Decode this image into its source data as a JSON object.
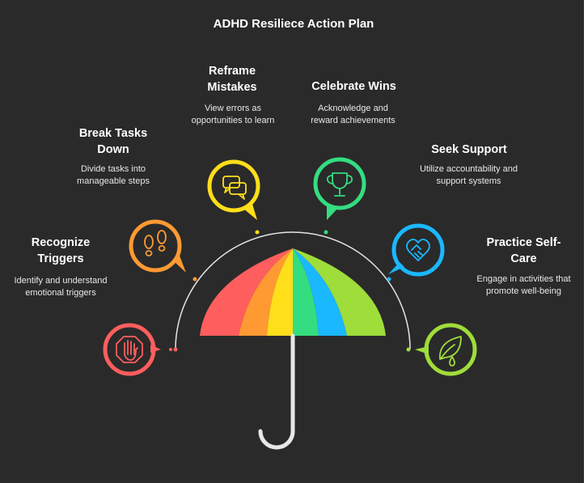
{
  "title": "ADHD Resiliece Action Plan",
  "colors": {
    "background": "#2a2a2a",
    "arc": "#e6e6e6",
    "red": "#ff5e5e",
    "orange": "#ff9a33",
    "yellow": "#ffde1a",
    "green": "#33dd80",
    "blue": "#1ab8ff",
    "lime": "#9fdd3a",
    "handle": "#e8e8e8"
  },
  "items": [
    {
      "title": "Recognize Triggers",
      "description": "Identify and understand emotional triggers",
      "icon": "stop-hand-icon",
      "color": "#ff5e5e"
    },
    {
      "title": "Break Tasks Down",
      "description": "Divide tasks into manageable steps",
      "icon": "footprints-icon",
      "color": "#ff9a33"
    },
    {
      "title": "Reframe Mistakes",
      "description": "View errors as opportunities to learn",
      "icon": "chat-bubbles-icon",
      "color": "#ffde1a"
    },
    {
      "title": "Celebrate Wins",
      "description": "Acknowledge and reward achievements",
      "icon": "trophy-icon",
      "color": "#33dd80"
    },
    {
      "title": "Seek Support",
      "description": "Utilize accountability and support systems",
      "icon": "handshake-heart-icon",
      "color": "#1ab8ff"
    },
    {
      "title": "Practice Self-Care",
      "description": "Engage in activities that promote well-being",
      "icon": "leaf-drop-icon",
      "color": "#9fdd3a"
    }
  ]
}
